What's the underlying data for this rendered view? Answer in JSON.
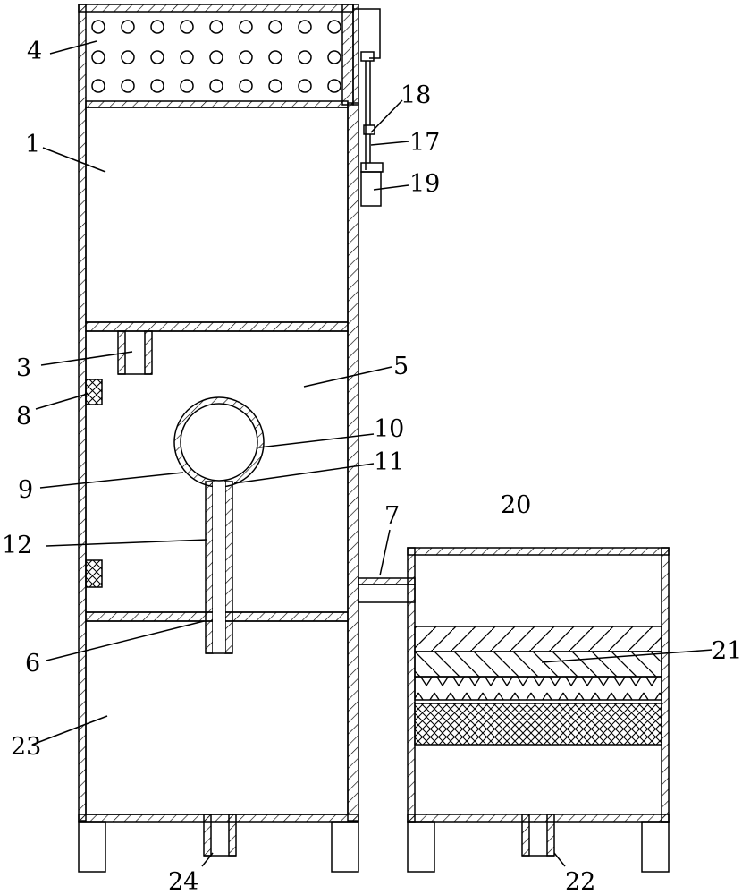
{
  "labels": {
    "l1": "1",
    "l3": "3",
    "l4": "4",
    "l5": "5",
    "l6": "6",
    "l7": "7",
    "l8": "8",
    "l9": "9",
    "l10": "10",
    "l11": "11",
    "l12": "12",
    "l17": "17",
    "l18": "18",
    "l19": "19",
    "l20": "20",
    "l21": "21",
    "l22": "22",
    "l23": "23",
    "l24": "24"
  }
}
